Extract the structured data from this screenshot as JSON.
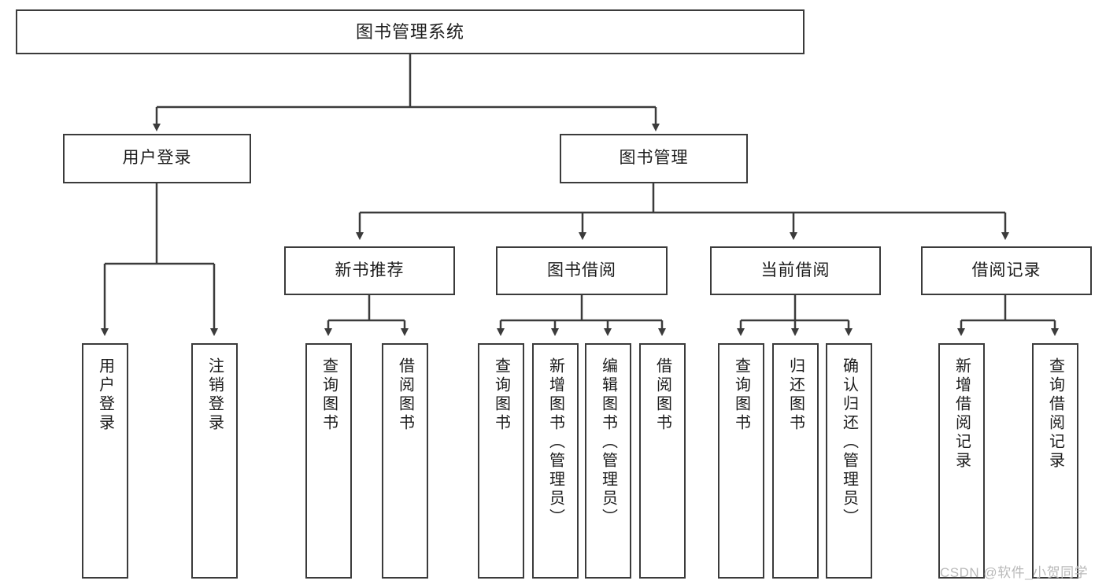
{
  "diagram": {
    "title": "图书管理系统",
    "root": {
      "label": "图书管理系统"
    },
    "level1": [
      {
        "label": "用户登录"
      },
      {
        "label": "图书管理"
      }
    ],
    "level2": [
      {
        "label": "新书推荐"
      },
      {
        "label": "图书借阅"
      },
      {
        "label": "当前借阅"
      },
      {
        "label": "借阅记录"
      }
    ],
    "leaves": {
      "user_login": [
        {
          "label": "用户登录"
        },
        {
          "label": "注销登录"
        }
      ],
      "new_book_recommend": [
        {
          "label": "查询图书"
        },
        {
          "label": "借阅图书"
        }
      ],
      "book_borrow": [
        {
          "label": "查询图书"
        },
        {
          "label": "新增图书（管理员）"
        },
        {
          "label": "编辑图书（管理员）"
        },
        {
          "label": "借阅图书"
        }
      ],
      "current_borrow": [
        {
          "label": "查询图书"
        },
        {
          "label": "归还图书"
        },
        {
          "label": "确认归还（管理员）"
        }
      ],
      "borrow_records": [
        {
          "label": "新增借阅记录"
        },
        {
          "label": "查询借阅记录"
        }
      ]
    }
  },
  "watermark": {
    "text": "CSDN @软件_小贺同学"
  },
  "colors": {
    "border": "#3b3b3b",
    "background": "#ffffff",
    "text": "#1c1c1c",
    "watermark": "#b9b9b9"
  }
}
